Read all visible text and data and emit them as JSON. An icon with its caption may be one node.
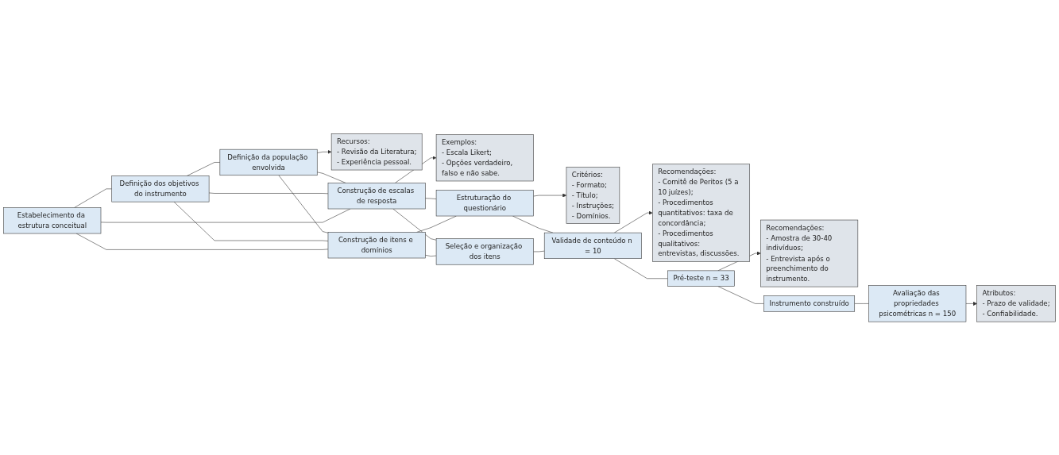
{
  "diagram": {
    "nodes": [
      {
        "text": [
          "Estabelecimento da estrutura conceitual"
        ]
      },
      {
        "text": [
          "Definição dos objetivos do instrumento"
        ]
      },
      {
        "text": [
          "Definição da população envolvida"
        ]
      },
      {
        "text": [
          "Recursos:",
          "- Revisão da Literatura;",
          "- Experiência pessoal."
        ]
      },
      {
        "text": [
          "Construção de itens e domínios"
        ]
      },
      {
        "text": [
          "Construção de escalas de resposta"
        ]
      },
      {
        "text": [
          "Exemplos:",
          "- Escala Likert;",
          "- Opções verdadeiro, falso e não sabe."
        ]
      },
      {
        "text": [
          "Seleção e organização dos itens"
        ]
      },
      {
        "text": [
          "Estruturação do questionário"
        ]
      },
      {
        "text": [
          "Critérios:",
          "- Formato;",
          "- Título;",
          "- Instruções;",
          "- Domínios."
        ]
      },
      {
        "text": [
          "Validade de conteúdo n = 10"
        ]
      },
      {
        "text": [
          "Recomendações:",
          "- Comitê de Peritos (5 a 10 juízes);",
          "- Procedimentos quantitativos: taxa de concordância;",
          "- Procedimentos qualitativos: entrevistas, discussões."
        ]
      },
      {
        "text": [
          "Pré-teste n = 33"
        ]
      },
      {
        "text": [
          "Recomendações:",
          "- Amostra de 30-40 indivíduos;",
          "- Entrevista após o preenchimento do instrumento."
        ]
      },
      {
        "text": [
          "Instrumento construído"
        ]
      },
      {
        "text": [
          "Avaliação das propriedades psicométricas n = 150"
        ]
      },
      {
        "text": [
          "Atributos:",
          "- Prazo de validade;",
          "- Confiabilidade."
        ]
      }
    ],
    "edges": [
      {
        "from": 0,
        "to": 1,
        "arrow": "none"
      },
      {
        "from": 1,
        "to": 2,
        "arrow": "none"
      },
      {
        "from": 2,
        "to": 3,
        "arrow": "to"
      },
      {
        "from": 0,
        "to": 4,
        "arrow": "none"
      },
      {
        "from": 0,
        "to": 5,
        "arrow": "none"
      },
      {
        "from": 1,
        "to": 4,
        "arrow": "none"
      },
      {
        "from": 1,
        "to": 5,
        "arrow": "none"
      },
      {
        "from": 2,
        "to": 4,
        "arrow": "none"
      },
      {
        "from": 2,
        "to": 5,
        "arrow": "none"
      },
      {
        "from": 5,
        "to": 6,
        "arrow": "to"
      },
      {
        "from": 4,
        "to": 7,
        "arrow": "none"
      },
      {
        "from": 4,
        "to": 8,
        "arrow": "none"
      },
      {
        "from": 5,
        "to": 7,
        "arrow": "none"
      },
      {
        "from": 5,
        "to": 8,
        "arrow": "none"
      },
      {
        "from": 8,
        "to": 9,
        "arrow": "to"
      },
      {
        "from": 7,
        "to": 10,
        "arrow": "none"
      },
      {
        "from": 8,
        "to": 10,
        "arrow": "none"
      },
      {
        "from": 10,
        "to": 11,
        "arrow": "to"
      },
      {
        "from": 10,
        "to": 12,
        "arrow": "none"
      },
      {
        "from": 12,
        "to": 13,
        "arrow": "to"
      },
      {
        "from": 12,
        "to": 14,
        "arrow": "none"
      },
      {
        "from": 14,
        "to": 15,
        "arrow": "none"
      },
      {
        "from": 15,
        "to": 16,
        "arrow": "to"
      }
    ]
  }
}
